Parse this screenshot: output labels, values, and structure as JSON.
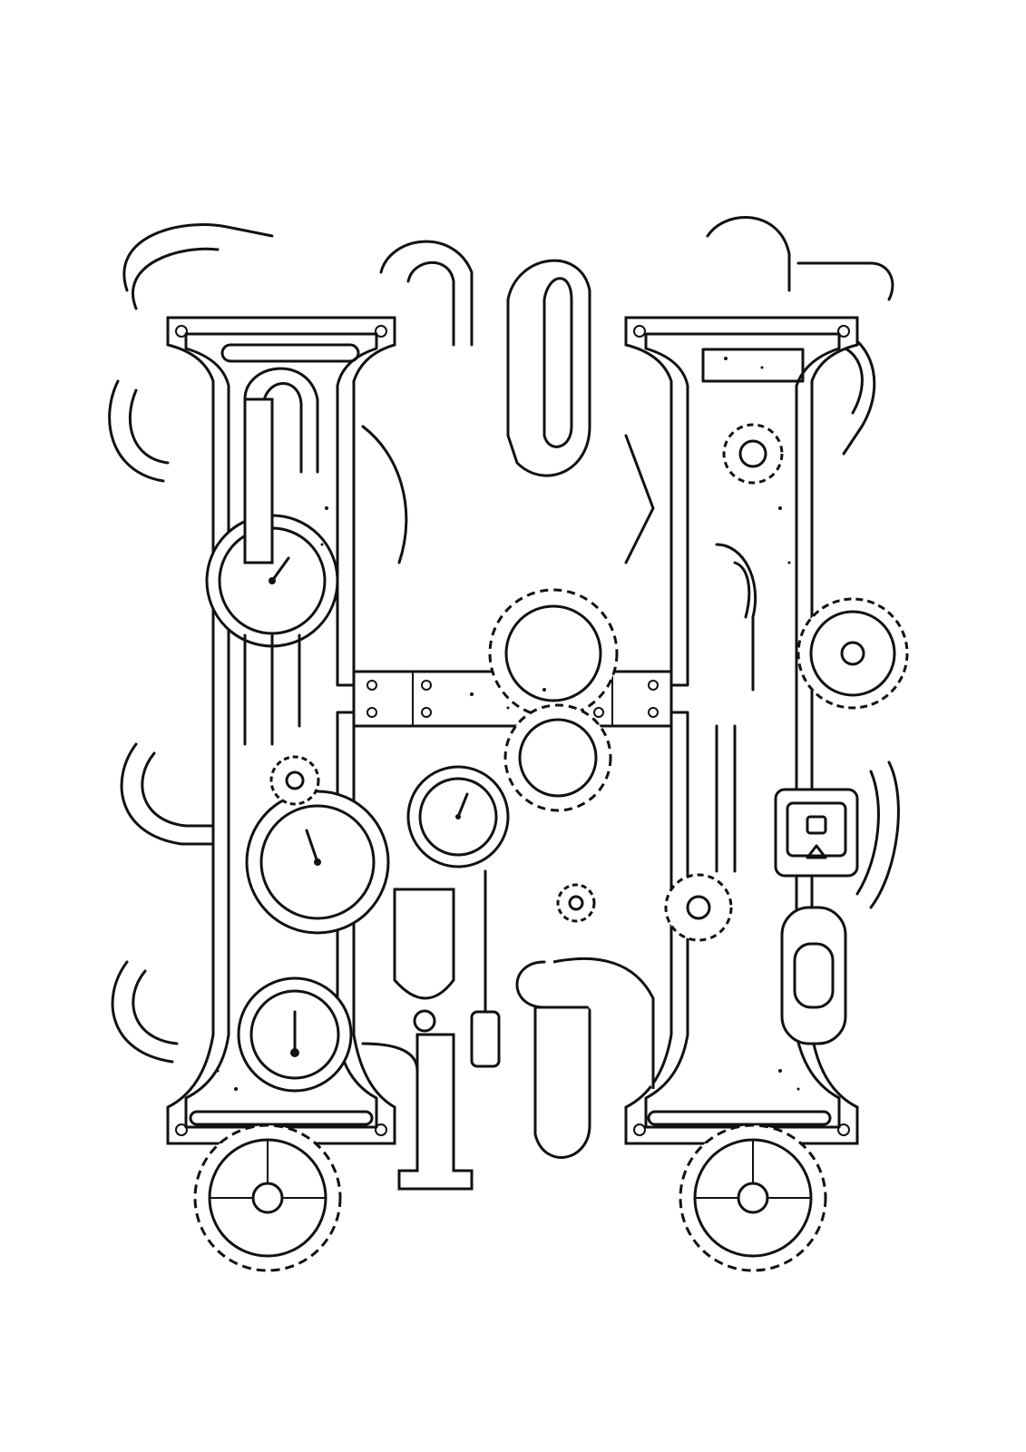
{
  "artwork": {
    "subject": "steampunk-letter-h",
    "ink_color": "#111111",
    "paper_color": "#ffffff",
    "style": "line-art-coloring-page"
  },
  "gauges": [
    {
      "id": "gauge-upper-left"
    },
    {
      "id": "gauge-middle-left"
    },
    {
      "id": "gauge-center"
    },
    {
      "id": "gauge-lower-left"
    }
  ],
  "gears": [
    {
      "id": "gear-lower-left-wheel"
    },
    {
      "id": "gear-lower-right-wheel"
    },
    {
      "id": "gear-right-edge"
    },
    {
      "id": "gear-upper-right"
    },
    {
      "id": "gear-center-top"
    },
    {
      "id": "gear-center-bottom"
    },
    {
      "id": "gear-small-hanging"
    }
  ],
  "icons": [
    "gear-icon",
    "gauge-icon",
    "pipe-icon",
    "rivet-icon",
    "valve-icon"
  ]
}
